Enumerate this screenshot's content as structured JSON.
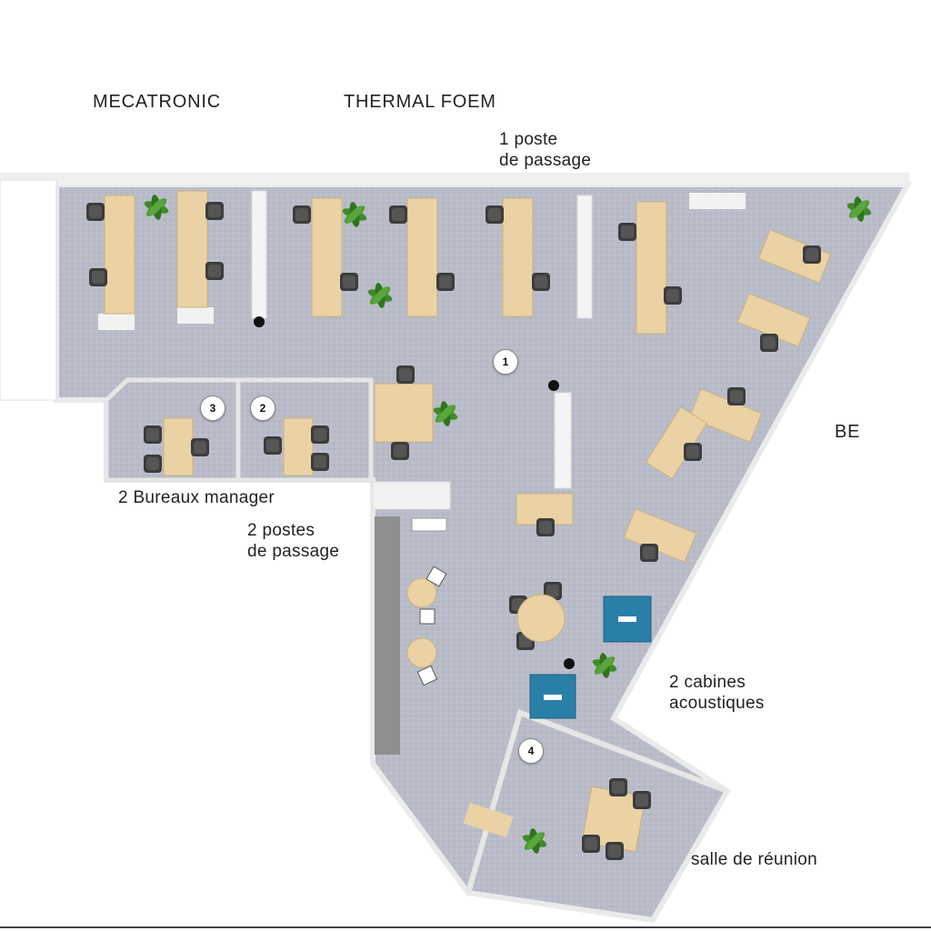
{
  "zones": {
    "mecatronic": "MECATRONIC",
    "thermal": "THERMAL FOEM",
    "be": "BE"
  },
  "labels": {
    "poste_passage": "1 poste\nde passage",
    "bureaux_manager": "2 Bureaux manager",
    "postes_passage": "2 postes\nde passage",
    "cabines": "2 cabines\nacoustiques",
    "reunion": "salle de réunion"
  },
  "markers": [
    "1",
    "2",
    "3",
    "4"
  ],
  "colors": {
    "floor": "#b9bcc8",
    "wall": "#f2f2f2",
    "desk": "#ead2a4",
    "chair": "#3c3c3c",
    "cabin": "#2a7fa8",
    "plant": "#3f8a2a"
  }
}
